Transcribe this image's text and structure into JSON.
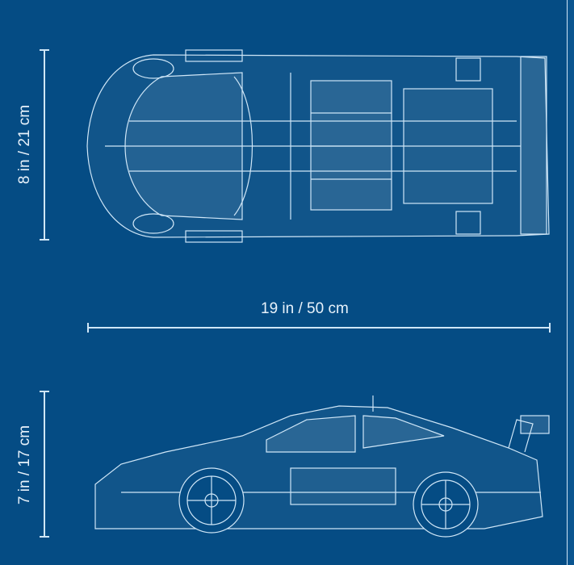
{
  "dimensions": {
    "top_view_width": "8 in / 21 cm",
    "length": "19 in / 50 cm",
    "side_view_height": "7 in / 17 cm"
  },
  "colors": {
    "background": "#054c84",
    "line": "#cfe6f7"
  }
}
